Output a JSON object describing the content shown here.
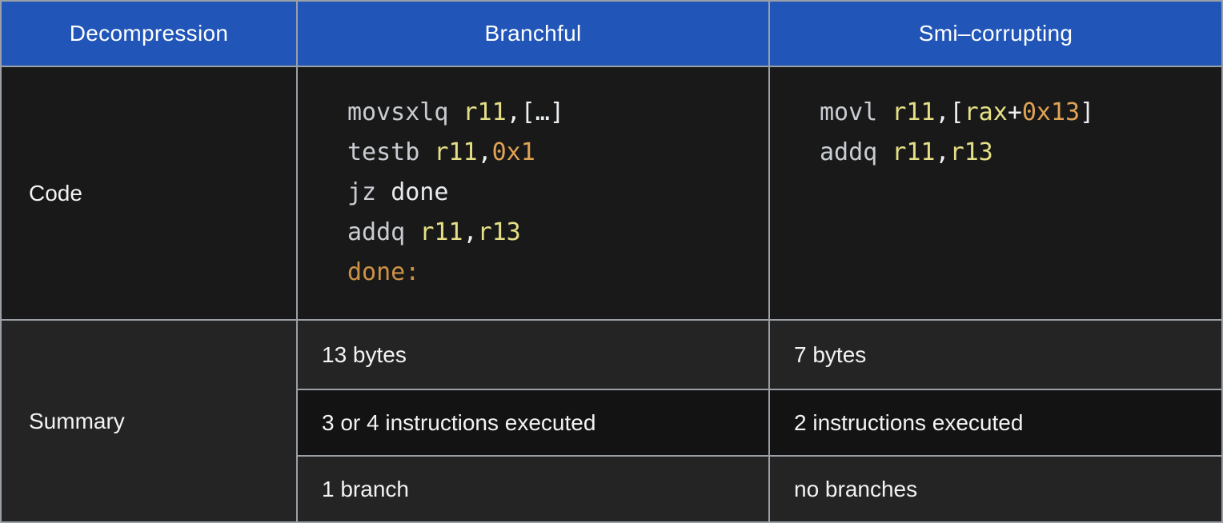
{
  "colors": {
    "theme": {
      "header-bg": "#2156b8",
      "header-text": "#ffffff",
      "grid-line": "#9aa0a6",
      "row-dark": "#191919",
      "row-darker": "#131313",
      "row-light": "#242424",
      "body-text": "#f2f3f4"
    },
    "tokens": {
      "mnemonic": "#c9cdd2",
      "operand": "#e9ecef",
      "register": "#e5e087",
      "immediate": "#e0a356",
      "label": "#cc9246",
      "punct": "#eceff1"
    }
  },
  "table": {
    "header": {
      "columns": [
        "Decompression",
        "Branchful",
        "Smi–corrupting"
      ]
    },
    "code_row": {
      "label": "Code",
      "branchful": [
        [
          [
            "mnemonic",
            "movsxlq "
          ],
          [
            "register",
            "r11"
          ],
          [
            "punct",
            ",[…]"
          ]
        ],
        [
          [
            "mnemonic",
            "testb "
          ],
          [
            "register",
            "r11"
          ],
          [
            "punct",
            ","
          ],
          [
            "immediate",
            "0x1"
          ]
        ],
        [
          [
            "mnemonic",
            "jz "
          ],
          [
            "operand",
            "done"
          ]
        ],
        [
          [
            "mnemonic",
            "addq "
          ],
          [
            "register",
            "r11"
          ],
          [
            "punct",
            ","
          ],
          [
            "register",
            "r13"
          ]
        ],
        [
          [
            "label",
            "done:"
          ]
        ]
      ],
      "smi_corrupting": [
        [
          [
            "mnemonic",
            "movl "
          ],
          [
            "register",
            "r11"
          ],
          [
            "punct",
            ",["
          ],
          [
            "register",
            "rax"
          ],
          [
            "punct",
            "+"
          ],
          [
            "immediate",
            "0x13"
          ],
          [
            "punct",
            "]"
          ]
        ],
        [
          [
            "mnemonic",
            "addq "
          ],
          [
            "register",
            "r11"
          ],
          [
            "punct",
            ","
          ],
          [
            "register",
            "r13"
          ]
        ]
      ]
    },
    "summary": {
      "label": "Summary",
      "rows": [
        {
          "branchful": "13 bytes",
          "smi_corrupting": "7 bytes"
        },
        {
          "branchful": "3 or 4 instructions executed",
          "smi_corrupting": "2 instructions executed"
        },
        {
          "branchful": "1 branch",
          "smi_corrupting": "no branches"
        }
      ]
    }
  }
}
